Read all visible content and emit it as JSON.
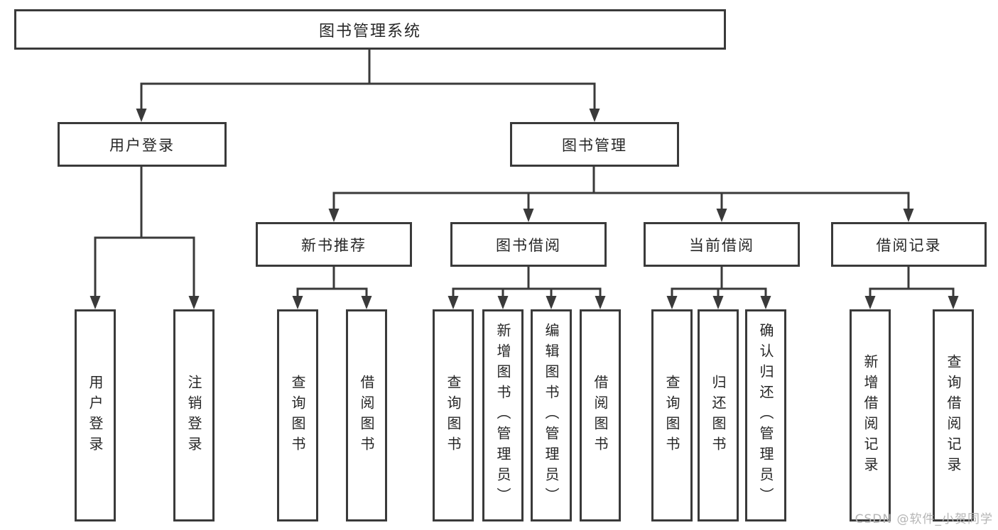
{
  "page": {
    "background": "#ffffff"
  },
  "colors": {
    "line": "#3a3a3a",
    "box_border": "#3a3a3a",
    "box_background": "#ffffff",
    "text": "#262626",
    "watermark": "#b5b5b5"
  },
  "watermark": {
    "text": "CSDN @软件_小贺同学"
  },
  "diagram": {
    "type": "tree",
    "root": {
      "label": "图书管理系统"
    },
    "branches": {
      "userLogin": {
        "label": "用户登录",
        "children": {
          "login": {
            "label": "用户登录"
          },
          "logout": {
            "label": "注销登录"
          }
        }
      },
      "bookMgmt": {
        "label": "图书管理",
        "children": {
          "newBookRec": {
            "label": "新书推荐",
            "children": {
              "queryBooks": {
                "label": "查询图书"
              },
              "borrowBooks": {
                "label": "借阅图书"
              }
            }
          },
          "bookBorrow": {
            "label": "图书借阅",
            "children": {
              "queryBooks": {
                "label": "查询图书"
              },
              "addBooks": {
                "label": "新增图书（管理员）"
              },
              "editBooks": {
                "label": "编辑图书（管理员）"
              },
              "borrowBooks": {
                "label": "借阅图书"
              }
            }
          },
          "currentBorrow": {
            "label": "当前借阅",
            "children": {
              "queryBooks": {
                "label": "查询图书"
              },
              "returnBooks": {
                "label": "归还图书"
              },
              "confirmReturn": {
                "label": "确认归还（管理员）"
              }
            }
          },
          "borrowRecords": {
            "label": "借阅记录",
            "children": {
              "addRecord": {
                "label": "新增借阅记录"
              },
              "queryRecord": {
                "label": "查询借阅记录"
              }
            }
          }
        }
      }
    }
  }
}
